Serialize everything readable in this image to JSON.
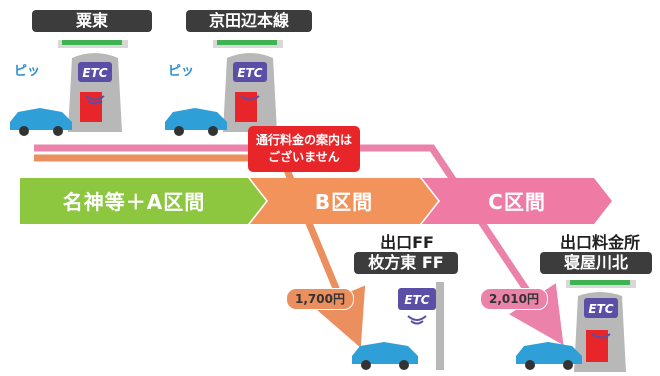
{
  "colors": {
    "segment_a": "#8dc63f",
    "segment_b": "#f3935c",
    "segment_c": "#ef7ba4",
    "route_b": "#ec8f5e",
    "route_c": "#ea82aa",
    "label_bg": "#3c3c3c",
    "notice_bg": "#e8262a",
    "car": "#2f9fd8",
    "etc_blue": "#5a4ea6"
  },
  "toll_gates": [
    {
      "label": "粟東",
      "sound": "ピッ",
      "etc": "ETC"
    },
    {
      "label": "京田辺本線",
      "sound": "ピッ",
      "etc": "ETC"
    }
  ],
  "notice": {
    "line1": "通行料金の案内は",
    "line2": "ございません"
  },
  "segments": [
    {
      "label": "名神等＋A区間"
    },
    {
      "label": "B区間"
    },
    {
      "label": "C区間"
    }
  ],
  "exits": [
    {
      "line1": "出口FF",
      "line2": "枚方東 FF",
      "fare": "1,700円",
      "etc": "ETC"
    },
    {
      "line1": "出口料金所",
      "line2": "寝屋川北",
      "fare": "2,010円",
      "etc": "ETC"
    }
  ]
}
